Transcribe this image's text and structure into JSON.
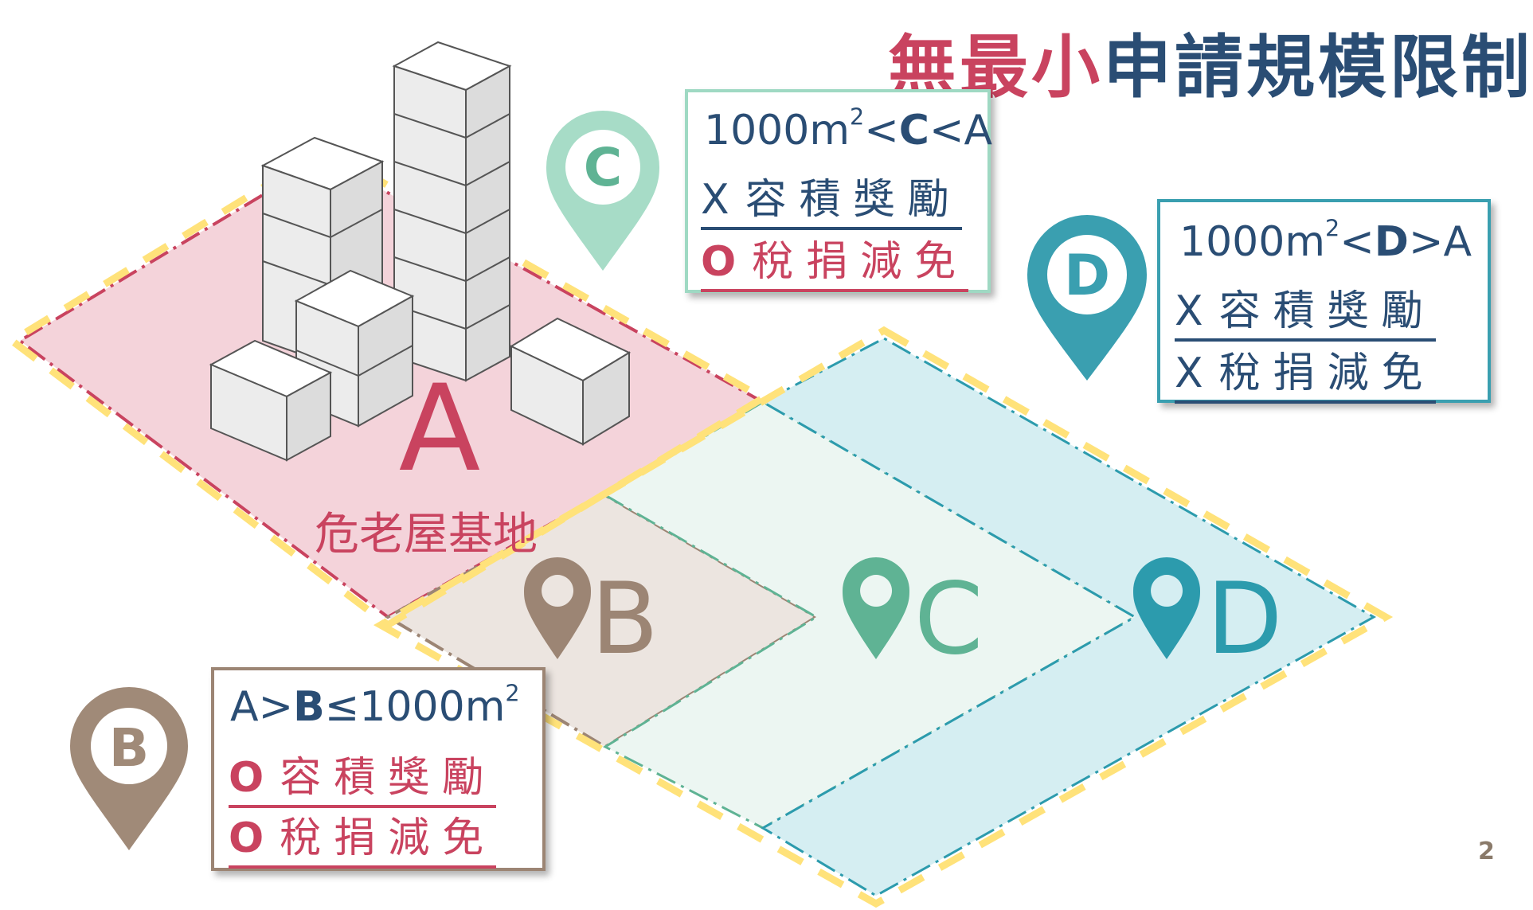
{
  "title": {
    "parts": [
      {
        "text": "無最小",
        "color": "#c9435f"
      },
      {
        "text": "申請規模限制",
        "color": "#2a4d74"
      }
    ]
  },
  "zones": {
    "a": {
      "letter": "A",
      "caption": "危老屋基地",
      "fill": "#f4d3da",
      "border": "#c9435f"
    },
    "b": {
      "letter": "B",
      "fill": "#ece5e0",
      "color": "#9c8574"
    },
    "c": {
      "letter": "C",
      "fill": "#ecf6f2",
      "color": "#5fb394"
    },
    "d": {
      "letter": "D",
      "fill": "#d5eef2",
      "color": "#2c9bad"
    }
  },
  "outline_color": "#ffe27a",
  "pins": {
    "b": {
      "letter": "B",
      "color": "#a08a78"
    },
    "c": {
      "letter": "C",
      "color": "#a7dcc7"
    },
    "d": {
      "letter": "D",
      "color": "#3a9fb0"
    }
  },
  "boxes": {
    "c": {
      "head": {
        "pre": "1000m",
        "sup": "2",
        "mid": "<",
        "bold": "C",
        "post": "<A"
      },
      "rules": [
        {
          "mark": "X",
          "text": "容積獎勵",
          "positive": false
        },
        {
          "mark": "O",
          "text": "稅捐減免",
          "positive": true
        }
      ]
    },
    "d": {
      "head": {
        "pre": "1000m",
        "sup": "2",
        "mid": "<",
        "bold": "D",
        "post": ">A"
      },
      "rules": [
        {
          "mark": "X",
          "text": "容積獎勵",
          "positive": false
        },
        {
          "mark": "X",
          "text": "稅捐減免",
          "positive": false
        }
      ]
    },
    "b": {
      "head": {
        "pre": "A>",
        "bold": "B",
        "post": "≤1000m",
        "sup": "2"
      },
      "rules": [
        {
          "mark": "O",
          "text": "容積獎勵",
          "positive": true
        },
        {
          "mark": "O",
          "text": "稅捐減免",
          "positive": true
        }
      ]
    }
  },
  "colors": {
    "dark": "#2a4d74",
    "positive": "#c9435f",
    "box_c": "#9fd9c3",
    "box_d": "#3a9fb0",
    "box_b": "#9c8574"
  },
  "page_number": "2"
}
